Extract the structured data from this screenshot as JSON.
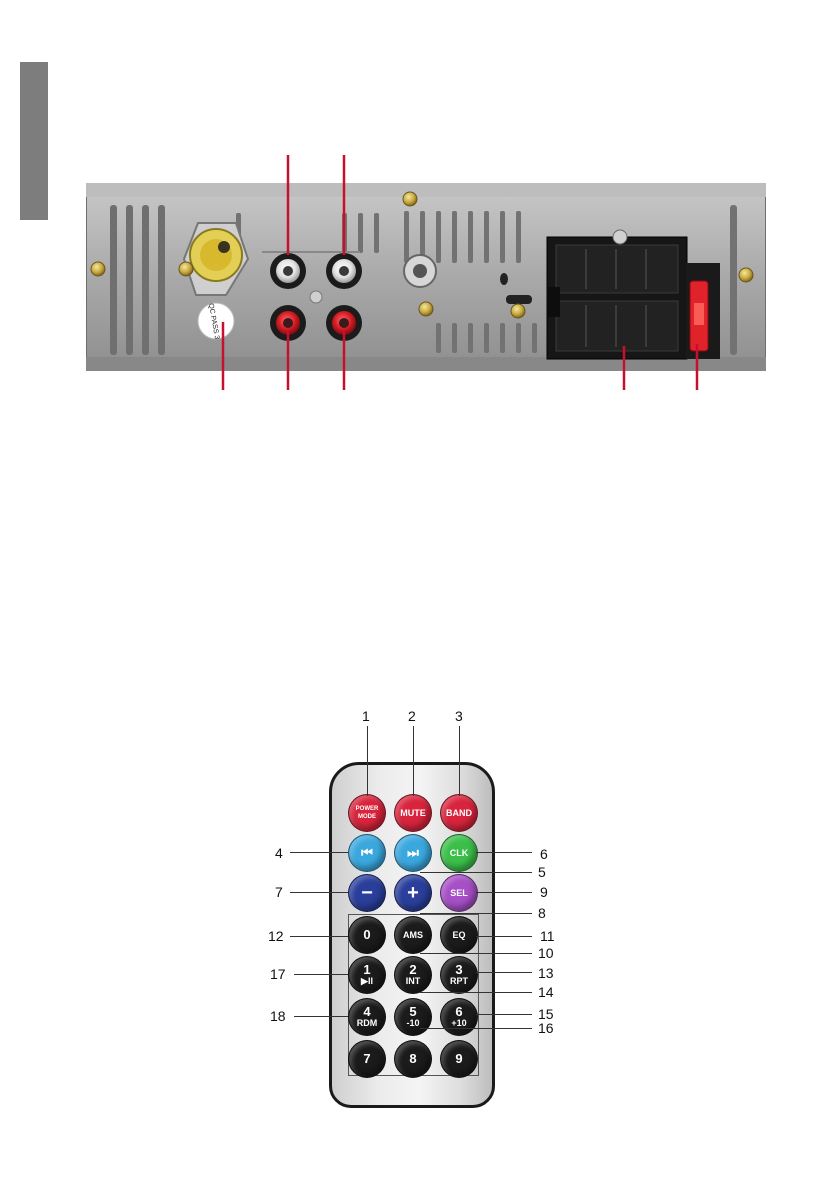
{
  "head_unit": {
    "sticker_text": "QC PASS 3"
  },
  "remote": {
    "buttons": [
      {
        "id": "power",
        "line1": "POWER",
        "line2": "MODE",
        "color": "#d8243c"
      },
      {
        "id": "mute",
        "line1": "MUTE",
        "line2": "",
        "color": "#d8243c"
      },
      {
        "id": "band",
        "line1": "BAND",
        "line2": "",
        "color": "#d8243c"
      },
      {
        "id": "prev",
        "line1": "⏮",
        "line2": "",
        "color": "#3aa8de"
      },
      {
        "id": "next",
        "line1": "⏭",
        "line2": "",
        "color": "#3aa8de"
      },
      {
        "id": "clk",
        "line1": "CLK",
        "line2": "",
        "color": "#3cbf4a"
      },
      {
        "id": "minus",
        "line1": "−",
        "line2": "",
        "color": "#2a3f9c"
      },
      {
        "id": "plus",
        "line1": "+",
        "line2": "",
        "color": "#2a3f9c"
      },
      {
        "id": "sel",
        "line1": "SEL",
        "line2": "",
        "color": "#a64fc7"
      },
      {
        "id": "zero",
        "line1": "0",
        "line2": "",
        "color": "#1b1b1b"
      },
      {
        "id": "ams",
        "line1": "AMS",
        "line2": "",
        "color": "#1b1b1b"
      },
      {
        "id": "eq",
        "line1": "EQ",
        "line2": "",
        "color": "#1b1b1b"
      },
      {
        "id": "one",
        "line1": "1",
        "line2": "▶II",
        "color": "#1b1b1b"
      },
      {
        "id": "two",
        "line1": "2",
        "line2": "INT",
        "color": "#1b1b1b"
      },
      {
        "id": "three",
        "line1": "3",
        "line2": "RPT",
        "color": "#1b1b1b"
      },
      {
        "id": "four",
        "line1": "4",
        "line2": "RDM",
        "color": "#1b1b1b"
      },
      {
        "id": "five",
        "line1": "5",
        "line2": "-10",
        "color": "#1b1b1b"
      },
      {
        "id": "six",
        "line1": "6",
        "line2": "+10",
        "color": "#1b1b1b"
      },
      {
        "id": "seven",
        "line1": "7",
        "line2": "",
        "color": "#1b1b1b"
      },
      {
        "id": "eight",
        "line1": "8",
        "line2": "",
        "color": "#1b1b1b"
      },
      {
        "id": "nine",
        "line1": "9",
        "line2": "",
        "color": "#1b1b1b"
      }
    ],
    "callouts": [
      "1",
      "2",
      "3",
      "4",
      "5",
      "6",
      "7",
      "8",
      "9",
      "10",
      "11",
      "12",
      "13",
      "14",
      "15",
      "16",
      "17",
      "18"
    ]
  },
  "colors": {
    "leader_red": "#c8102e",
    "chassis": "#a7a7a7"
  }
}
